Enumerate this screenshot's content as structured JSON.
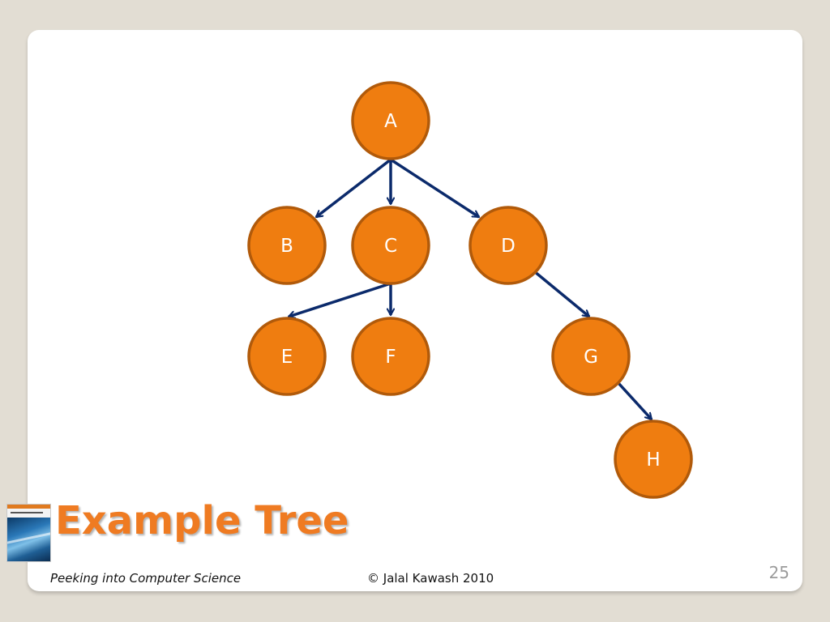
{
  "slide": {
    "title": "Example Tree",
    "footer_left": "Peeking into Computer Science",
    "footer_center": "© Jalal Kawash 2010",
    "page_number": "25"
  },
  "tree": {
    "nodes": [
      "A",
      "B",
      "C",
      "D",
      "E",
      "F",
      "G",
      "H"
    ],
    "edges": [
      [
        "A",
        "B"
      ],
      [
        "A",
        "C"
      ],
      [
        "A",
        "D"
      ],
      [
        "C",
        "E"
      ],
      [
        "C",
        "F"
      ],
      [
        "D",
        "G"
      ],
      [
        "G",
        "H"
      ]
    ]
  },
  "colors": {
    "node_fill": "#ef7d10",
    "node_stroke": "#b15a0a",
    "edge": "#0b2a6b",
    "title": "#ef7b22"
  },
  "icons": {
    "book": "book-cover-icon"
  }
}
